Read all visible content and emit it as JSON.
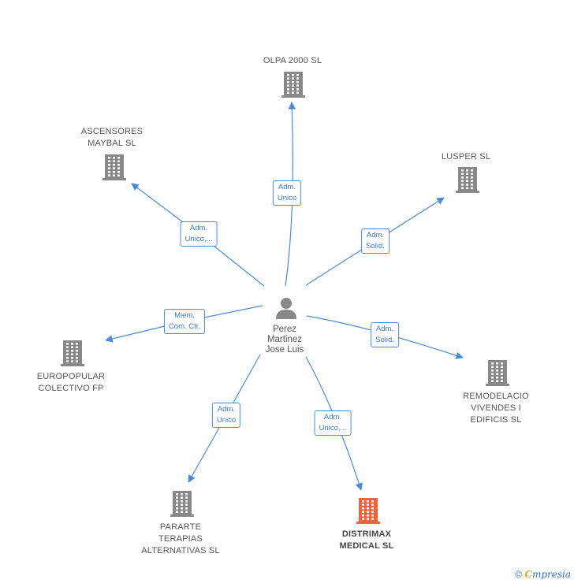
{
  "center": {
    "name": "Perez\nMartinez\nJose Luis",
    "icon": "person-icon"
  },
  "companies": [
    {
      "id": "olpa",
      "name": "OLPA 2000 SL",
      "role": "Adm.\nUnico",
      "highlight": false,
      "icon": "building-icon"
    },
    {
      "id": "ascensores",
      "name": "ASCENSORES\nMAYBAL SL",
      "role": "Adm.\nUnico,...",
      "highlight": false,
      "icon": "building-icon"
    },
    {
      "id": "lusper",
      "name": "LUSPER  SL",
      "role": "Adm.\nSolid.",
      "highlight": false,
      "icon": "building-icon"
    },
    {
      "id": "europopular",
      "name": "EUROPOPULAR\nCOLECTIVO FP",
      "role": "Miem.\nCom. Ctr.",
      "highlight": false,
      "icon": "building-icon"
    },
    {
      "id": "remodelacio",
      "name": "REMODELACIO\nVIVENDES I\nEDIFICIS  SL",
      "role": "Adm.\nSolid.",
      "highlight": false,
      "icon": "building-icon"
    },
    {
      "id": "pararte",
      "name": "PARARTE\nTERAPIAS\nALTERNATIVAS SL",
      "role": "Adm.\nUnico",
      "highlight": false,
      "icon": "building-icon"
    },
    {
      "id": "distrimax",
      "name": "DISTRIMAX\nMEDICAL  SL",
      "role": "Adm.\nUnico,...",
      "highlight": true,
      "icon": "building-icon"
    }
  ],
  "colors": {
    "edge": "#4a8bd8",
    "building": "#888888",
    "building_highlight": "#f0643c",
    "person": "#888888"
  },
  "footer": {
    "copyright": "©",
    "brand_initial": "C",
    "brand_rest": "mpresia"
  }
}
